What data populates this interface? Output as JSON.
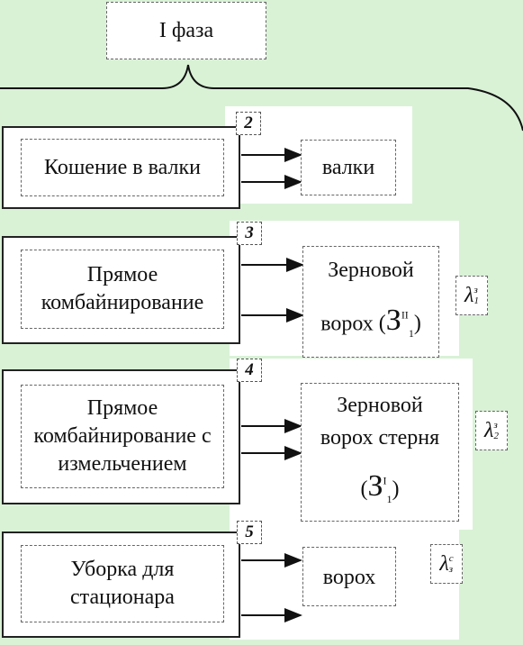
{
  "phase": {
    "label": "I фаза"
  },
  "operations": [
    {
      "number": "2",
      "label_lines": [
        "Кошение в валки"
      ]
    },
    {
      "number": "3",
      "label_lines": [
        "Прямое",
        "комбайнирование"
      ]
    },
    {
      "number": "4",
      "label_lines": [
        "Прямое",
        "комбайнирование с",
        "измельчением"
      ]
    },
    {
      "number": "5",
      "label_lines": [
        "Уборка для",
        "стационара"
      ]
    }
  ],
  "results": [
    {
      "lines": [
        "валки"
      ]
    },
    {
      "lines": [
        "Зерновой",
        "ворох"
      ],
      "symbol": {
        "base": "З",
        "sup": "II",
        "sub": "1"
      }
    },
    {
      "lines": [
        "Зерновой",
        "ворох стерня"
      ],
      "symbol": {
        "base": "З",
        "sup": "I",
        "sub": "1"
      }
    },
    {
      "lines": [
        "ворох"
      ]
    }
  ],
  "lambdas": [
    {
      "base": "λ",
      "sup": "з",
      "sub": "1"
    },
    {
      "base": "λ",
      "sup": "з",
      "sub": "2"
    },
    {
      "base": "λ",
      "sup": "с",
      "sub": "з"
    }
  ],
  "colors": {
    "background": "#d9f2d6",
    "box": "#ffffff",
    "line": "#111111"
  }
}
